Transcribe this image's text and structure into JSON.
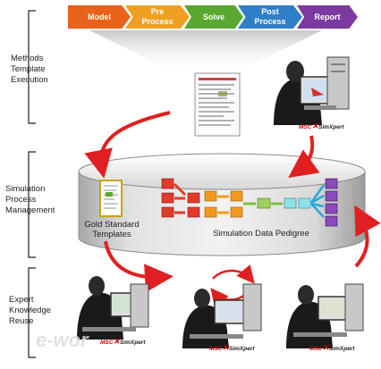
{
  "process_bar": {
    "steps": [
      {
        "label": "Model",
        "color": "#e8621a"
      },
      {
        "label": "Pre\nProcess",
        "color": "#f0a020"
      },
      {
        "label": "Solve",
        "color": "#5aa830"
      },
      {
        "label": "Post\nProcess",
        "color": "#2f7fc8"
      },
      {
        "label": "Report",
        "color": "#7a3aa0"
      }
    ]
  },
  "sections": {
    "methods": "Methods\nTemplate\nExecution",
    "simulation": "Simulation\nProcess\nManagement",
    "expert": "Expert\nKnowledge\nReuse"
  },
  "cylinder": {
    "gold_label": "Gold Standard\nTemplates",
    "pedigree_label": "Simulation Data Pedigree"
  },
  "brand": {
    "msc": "MSC",
    "simxpert": "SimXpert"
  },
  "watermark": "e-wor",
  "colors": {
    "arrow": "#e02020",
    "cylinder_top": "#eeeeee",
    "cylinder_body": "#d0d0d0"
  }
}
